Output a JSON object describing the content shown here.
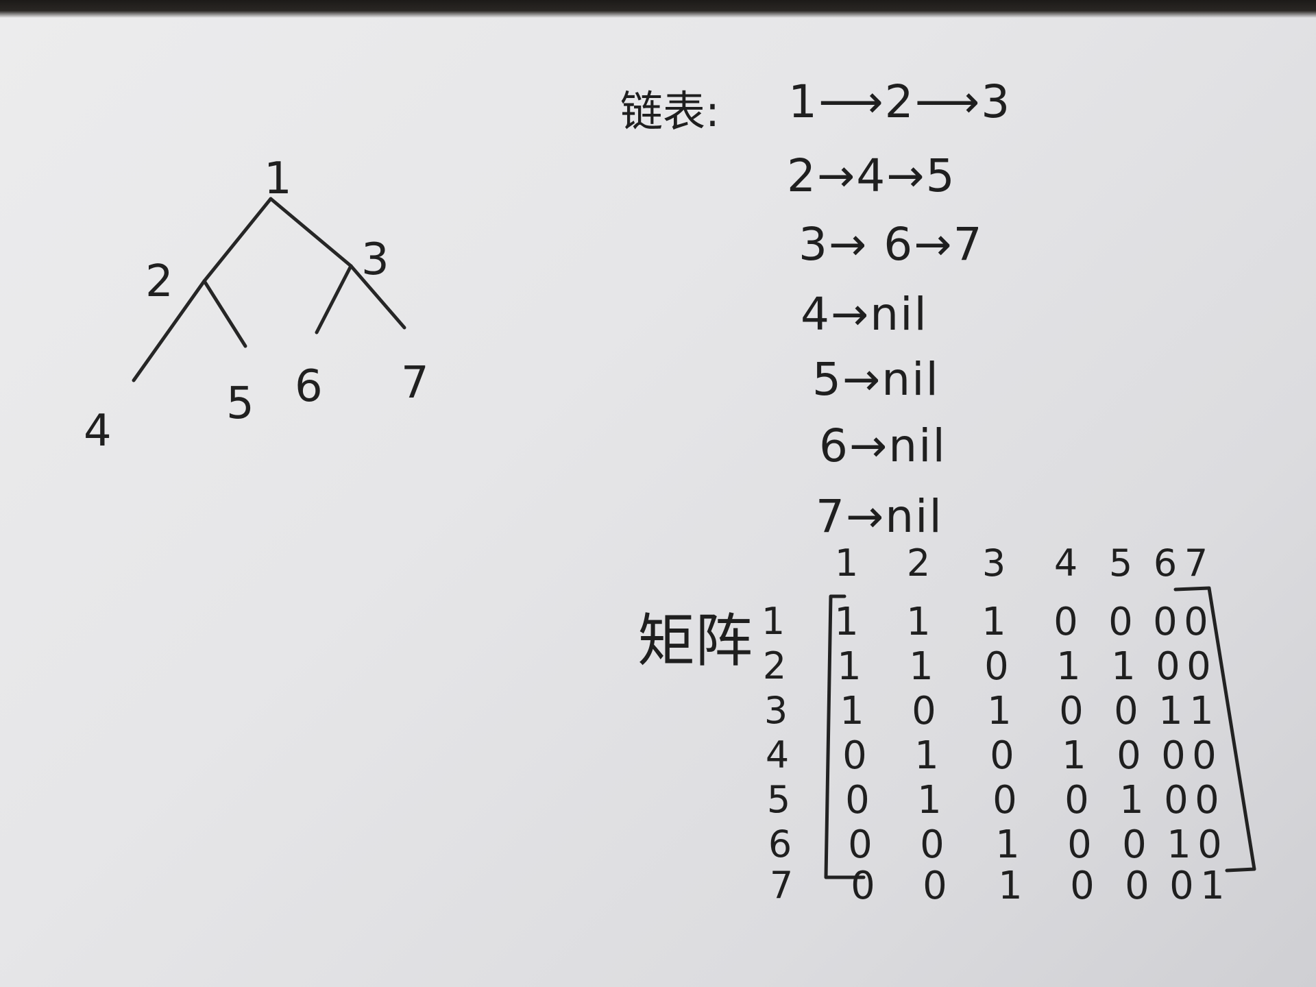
{
  "tree": {
    "nodes": [
      {
        "id": "1",
        "label": "1"
      },
      {
        "id": "2",
        "label": "2"
      },
      {
        "id": "3",
        "label": "3"
      },
      {
        "id": "4",
        "label": "4"
      },
      {
        "id": "5",
        "label": "5"
      },
      {
        "id": "6",
        "label": "6"
      },
      {
        "id": "7",
        "label": "7"
      }
    ],
    "edges": [
      [
        "1",
        "2"
      ],
      [
        "1",
        "3"
      ],
      [
        "2",
        "4"
      ],
      [
        "2",
        "5"
      ],
      [
        "3",
        "6"
      ],
      [
        "3",
        "7"
      ]
    ]
  },
  "linked_list": {
    "title": "链表:",
    "rows": [
      "1⟶2⟶3",
      "2→4→5",
      "3→ 6→7",
      "4→nil",
      "5→nil",
      "6→nil",
      "7→nil"
    ]
  },
  "matrix": {
    "title": "矩阵",
    "col_headers": [
      "1",
      "2",
      "3",
      "4",
      "5",
      "6",
      "7"
    ],
    "row_headers": [
      "1",
      "2",
      "3",
      "4",
      "5",
      "6",
      "7"
    ],
    "rows": [
      [
        "1",
        "1",
        "1",
        "0",
        "0",
        "0",
        "0"
      ],
      [
        "1",
        "1",
        "0",
        "1",
        "1",
        "0",
        "0"
      ],
      [
        "1",
        "0",
        "1",
        "0",
        "0",
        "1",
        "1"
      ],
      [
        "0",
        "1",
        "0",
        "1",
        "0",
        "0",
        "0"
      ],
      [
        "0",
        "1",
        "0",
        "0",
        "1",
        "0",
        "0"
      ],
      [
        "0",
        "0",
        "1",
        "0",
        "0",
        "1",
        "0"
      ],
      [
        "0",
        "0",
        "1",
        "0",
        "0",
        "0",
        "1"
      ]
    ]
  }
}
